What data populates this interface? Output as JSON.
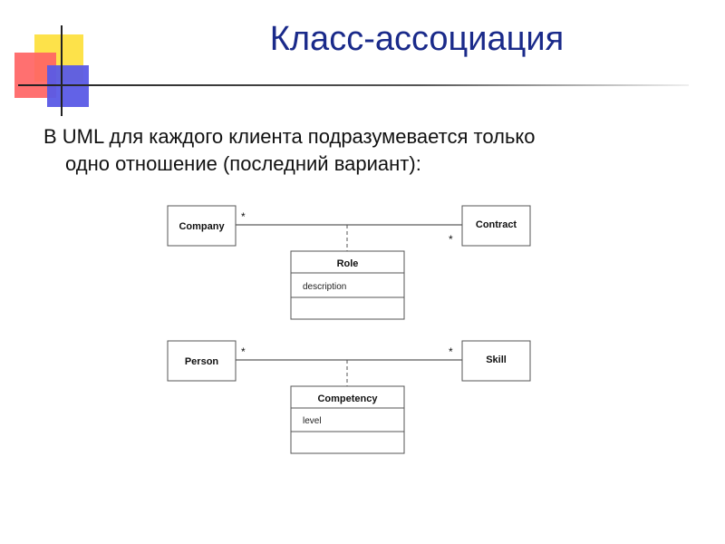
{
  "slide": {
    "title": "Класс-ассоциация",
    "text_line1": "В UML для каждого клиента подразумевается только",
    "text_line2": "одно отношение (последний вариант):"
  },
  "diagram": {
    "top": {
      "left_class": "Company",
      "right_class": "Contract",
      "left_multiplicity": "*",
      "right_multiplicity": "*",
      "assoc_class": "Role",
      "assoc_attribute": "description"
    },
    "bottom": {
      "left_class": "Person",
      "right_class": "Skill",
      "left_multiplicity": "*",
      "right_multiplicity": "*",
      "assoc_class": "Competency",
      "assoc_attribute": "level"
    }
  },
  "colors": {
    "title": "#1a2a8a",
    "deco_yellow": "#fde24a",
    "deco_red": "#ff6464",
    "deco_blue": "#5a5ae6"
  }
}
